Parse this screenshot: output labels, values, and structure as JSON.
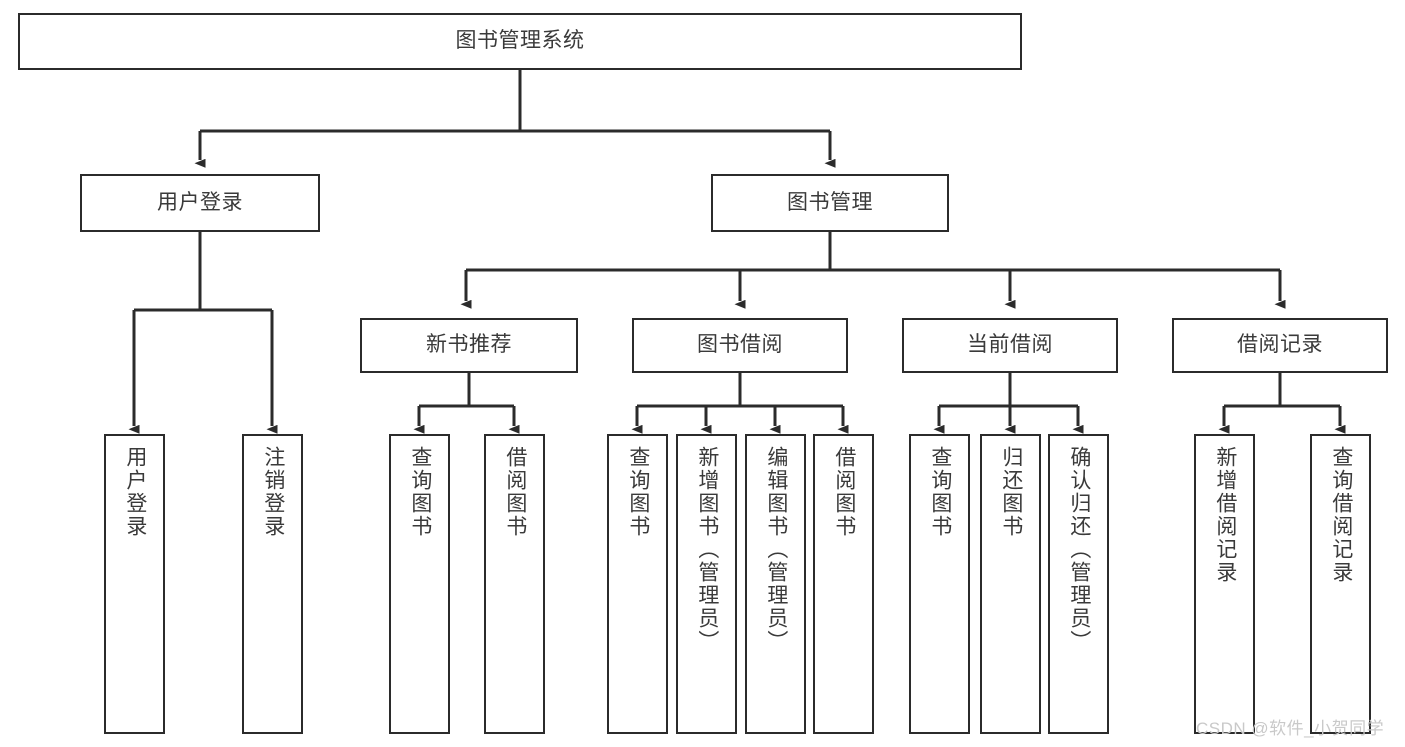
{
  "diagram": {
    "type": "tree",
    "title": "图书管理系统",
    "orientation": "top-down",
    "colors": {
      "box_border": "#2b2b2b",
      "box_fill": "#ffffff",
      "text": "#3a3a3a",
      "connector": "#2b2b2b",
      "watermark": "#c9c9c9",
      "background": "#ffffff"
    },
    "nodes": {
      "root": {
        "label": "图书管理系统",
        "level": 1,
        "orientation": "horizontal"
      },
      "level2": [
        {
          "id": "user-login",
          "label": "用户登录",
          "orientation": "horizontal"
        },
        {
          "id": "book-management",
          "label": "图书管理",
          "orientation": "horizontal"
        }
      ],
      "level3": [
        {
          "id": "new-book-recommend",
          "label": "新书推荐",
          "orientation": "horizontal"
        },
        {
          "id": "book-borrow",
          "label": "图书借阅",
          "orientation": "horizontal"
        },
        {
          "id": "current-borrow",
          "label": "当前借阅",
          "orientation": "horizontal"
        },
        {
          "id": "borrow-record",
          "label": "借阅记录",
          "orientation": "horizontal"
        }
      ],
      "leaves": [
        {
          "id": "leaf-user-login",
          "label": "用户登录",
          "parent": "user-login",
          "orientation": "vertical"
        },
        {
          "id": "leaf-logout-login",
          "label": "注销登录",
          "parent": "user-login",
          "orientation": "vertical"
        },
        {
          "id": "leaf-query-book-rec",
          "label": "查询图书",
          "parent": "new-book-recommend",
          "orientation": "vertical"
        },
        {
          "id": "leaf-borrow-book-rec",
          "label": "借阅图书",
          "parent": "new-book-recommend",
          "orientation": "vertical"
        },
        {
          "id": "leaf-query-book-borrow",
          "label": "查询图书",
          "parent": "book-borrow",
          "orientation": "vertical"
        },
        {
          "id": "leaf-add-book-admin",
          "label": "新增图书（管理员）",
          "parent": "book-borrow",
          "orientation": "vertical"
        },
        {
          "id": "leaf-edit-book-admin",
          "label": "编辑图书（管理员）",
          "parent": "book-borrow",
          "orientation": "vertical"
        },
        {
          "id": "leaf-borrow-book",
          "label": "借阅图书",
          "parent": "book-borrow",
          "orientation": "vertical"
        },
        {
          "id": "leaf-query-book-current",
          "label": "查询图书",
          "parent": "current-borrow",
          "orientation": "vertical"
        },
        {
          "id": "leaf-return-book",
          "label": "归还图书",
          "parent": "current-borrow",
          "orientation": "vertical"
        },
        {
          "id": "leaf-confirm-return-admin",
          "label": "确认归还（管理员）",
          "parent": "current-borrow",
          "orientation": "vertical"
        },
        {
          "id": "leaf-add-borrow-record",
          "label": "新增借阅记录",
          "parent": "borrow-record",
          "orientation": "vertical"
        },
        {
          "id": "leaf-query-borrow-record",
          "label": "查询借阅记录",
          "parent": "borrow-record",
          "orientation": "vertical"
        }
      ]
    },
    "watermark": {
      "text": "CSDN @软件_小贺同学"
    }
  }
}
